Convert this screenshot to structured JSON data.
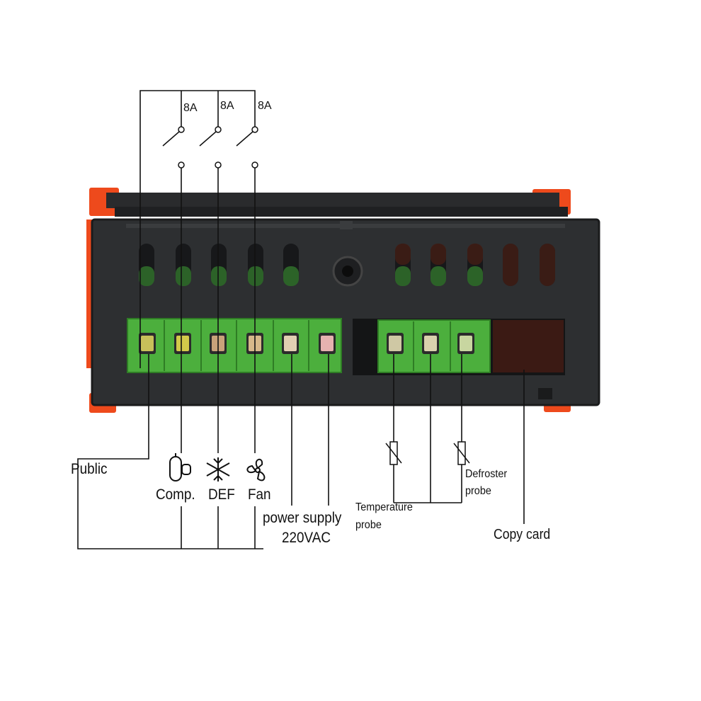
{
  "relays": [
    {
      "rating": "8A"
    },
    {
      "rating": "8A"
    },
    {
      "rating": "8A"
    }
  ],
  "labels": {
    "public": "Public",
    "comp": "Comp.",
    "def": "DEF",
    "fan": "Fan",
    "power_line1": "power supply",
    "power_line2": "220VAC",
    "temp_line1": "Temperature",
    "temp_line2": "probe",
    "defrost_line1": "Defroster",
    "defrost_line2": "probe",
    "copy_card": "Copy card"
  },
  "icons": [
    "compressor-icon",
    "snowflake-icon",
    "fan-icon",
    "thermistor-symbol-icon",
    "relay-switch-icon"
  ],
  "colors": {
    "housing": "#2d2f31",
    "housing_edge": "#1a1b1c",
    "terminal_green": "#4caf3d",
    "clip_orange": "#ee4a1c",
    "wire": "#111111"
  }
}
